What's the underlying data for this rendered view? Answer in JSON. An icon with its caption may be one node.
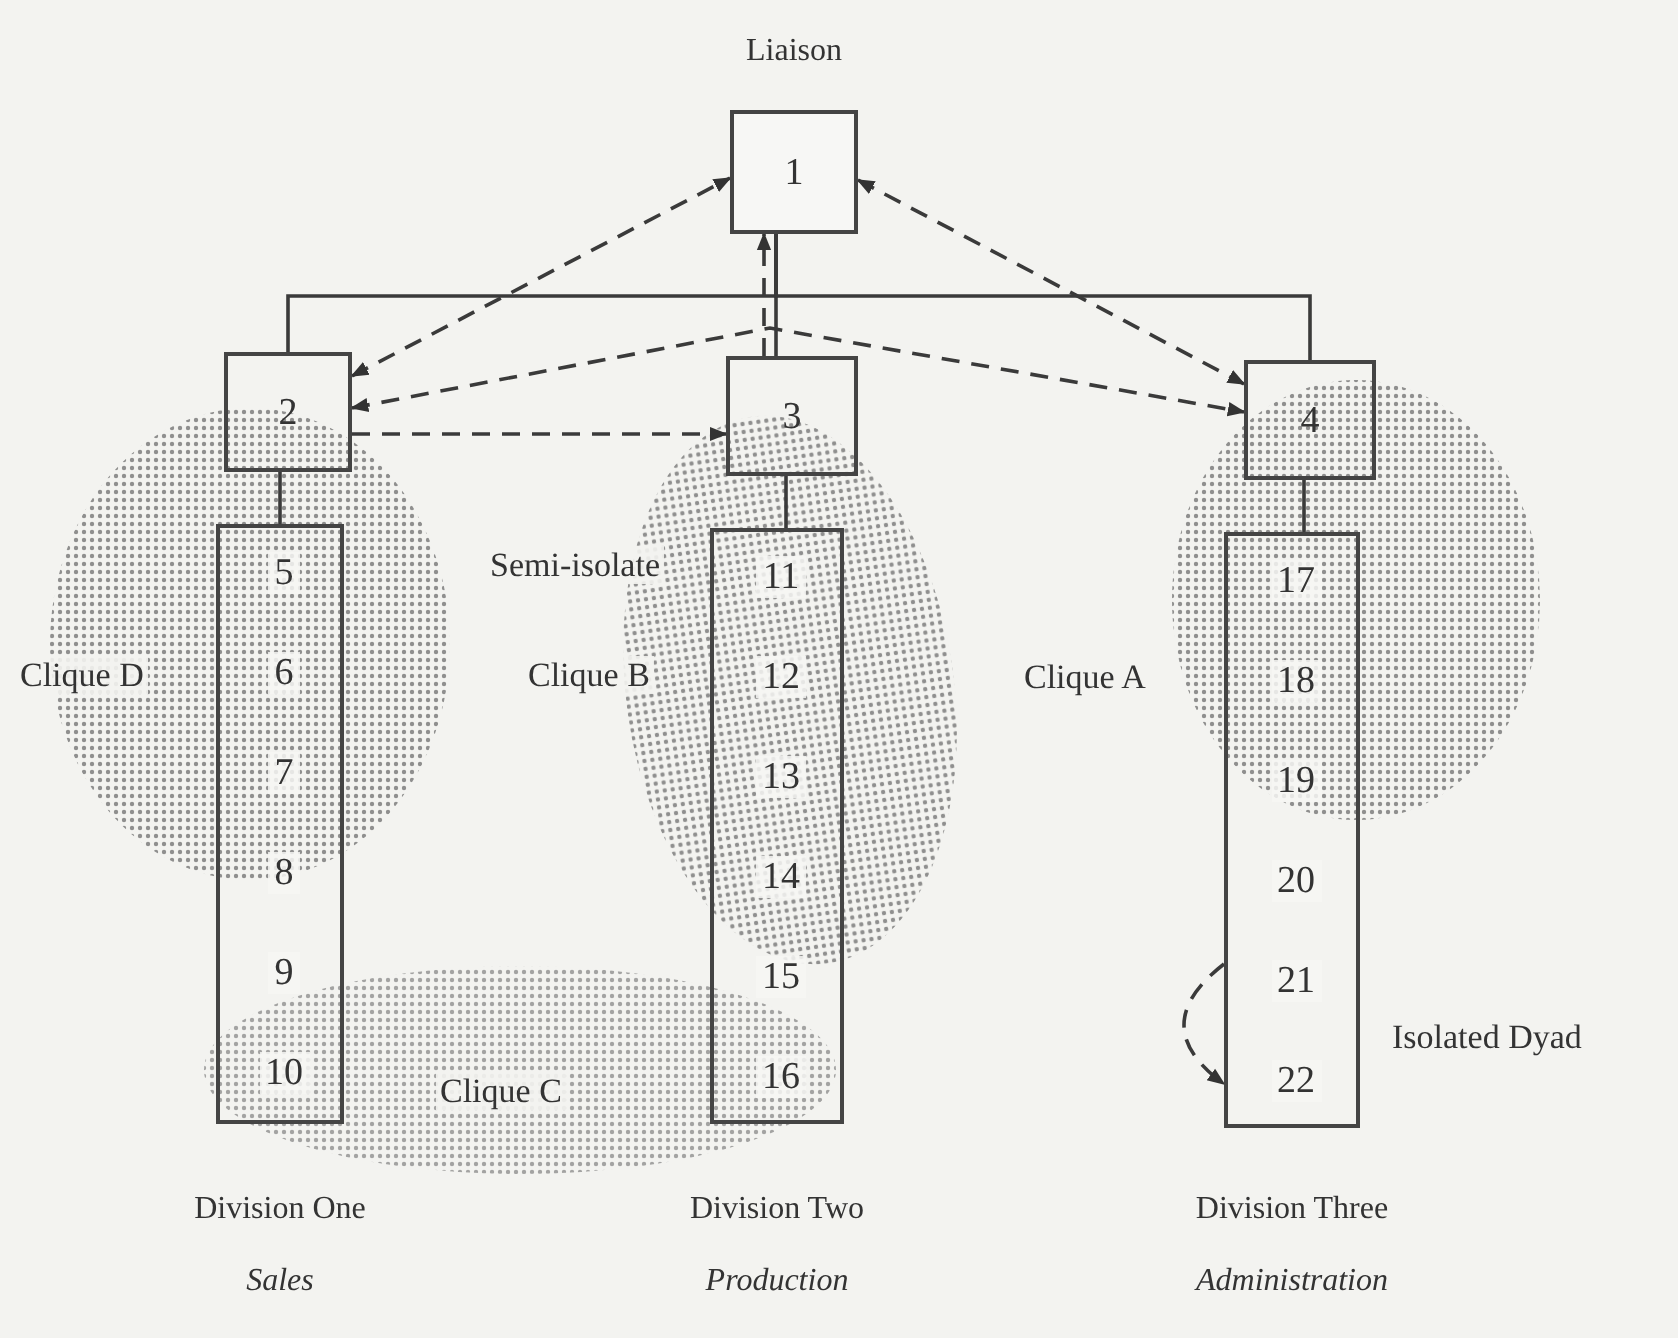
{
  "diagram": {
    "nodes": [
      {
        "text": [
          "1"
        ],
        "beside": [
          "Liaison"
        ]
      },
      {
        "text": [
          "2"
        ]
      },
      {
        "text": [
          "3"
        ]
      },
      {
        "text": [
          "4"
        ]
      },
      {
        "text": [],
        "shape": "box",
        "beside": [
          "Division One",
          "Sales"
        ]
      },
      {
        "text": [
          "5"
        ],
        "in": 4
      },
      {
        "text": [
          "6"
        ],
        "in": 4
      },
      {
        "text": [
          "7"
        ],
        "in": 4
      },
      {
        "text": [
          "8"
        ],
        "in": 4
      },
      {
        "text": [
          "9"
        ],
        "in": 4
      },
      {
        "text": [
          "10"
        ],
        "in": 4
      },
      {
        "text": [],
        "shape": "box",
        "beside": [
          "Division Two",
          "Production"
        ]
      },
      {
        "text": [
          "11"
        ],
        "in": 11
      },
      {
        "text": [
          "12"
        ],
        "in": 11
      },
      {
        "text": [
          "13"
        ],
        "in": 11
      },
      {
        "text": [
          "14"
        ],
        "in": 11
      },
      {
        "text": [
          "15"
        ],
        "in": 11
      },
      {
        "text": [
          "16"
        ],
        "in": 11
      },
      {
        "text": [],
        "shape": "box",
        "beside": [
          "Division Three",
          "Administration"
        ]
      },
      {
        "text": [
          "17"
        ],
        "in": 18
      },
      {
        "text": [
          "18"
        ],
        "in": 18
      },
      {
        "text": [
          "19"
        ],
        "in": 18
      },
      {
        "text": [
          "20"
        ],
        "in": 18
      },
      {
        "text": [
          "21"
        ],
        "in": 18
      },
      {
        "text": [
          "22"
        ],
        "in": 18
      }
    ],
    "edges": [
      {
        "from": 0,
        "to": 1,
        "arrow": "none"
      },
      {
        "from": 0,
        "to": 2,
        "arrow": "none"
      },
      {
        "from": 0,
        "to": 3,
        "arrow": "none"
      },
      {
        "from": 1,
        "to": 4,
        "arrow": "none"
      },
      {
        "from": 2,
        "to": 11,
        "arrow": "none"
      },
      {
        "from": 3,
        "to": 18,
        "arrow": "none"
      },
      {
        "from": 1,
        "to": 0,
        "arrow": "both",
        "style": "dashed"
      },
      {
        "from": 1,
        "to": 3,
        "arrow": "both",
        "style": "dashed"
      },
      {
        "from": 1,
        "to": 2,
        "arrow": "to",
        "style": "dashed"
      },
      {
        "from": 2,
        "to": 0,
        "arrow": "to",
        "style": "dashed"
      },
      {
        "from": 0,
        "to": 3,
        "arrow": "both",
        "style": "dashed"
      },
      {
        "from": 23,
        "to": 24,
        "arrow": "to",
        "style": "dashed"
      }
    ],
    "labels": [
      "Semi-isolate",
      "Clique D",
      "Clique B",
      "Clique A",
      "Isolated Dyad",
      "Clique C"
    ]
  }
}
